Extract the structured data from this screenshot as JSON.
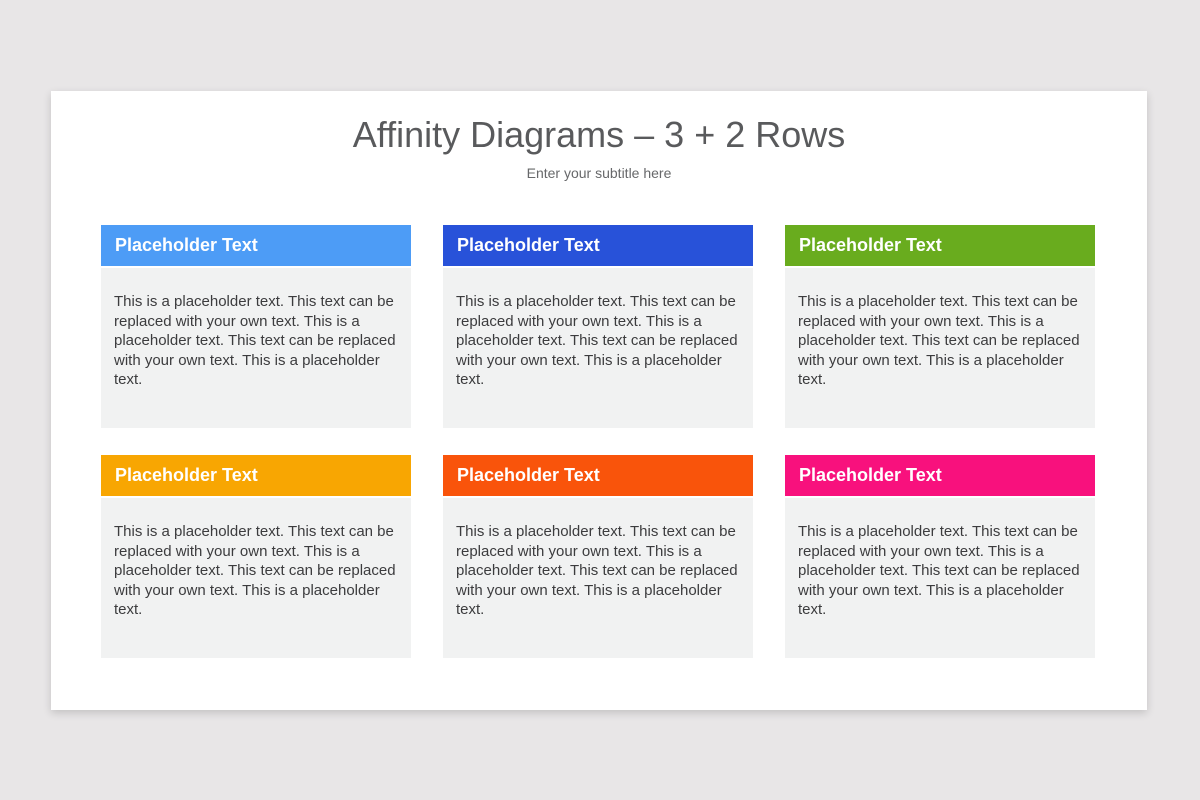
{
  "slide": {
    "title": "Affinity Diagrams – 3 + 2 Rows",
    "subtitle": "Enter your subtitle here"
  },
  "colors": {
    "page_background": "#E8E6E7",
    "slide_background": "#FFFFFF",
    "card_body_background": "#F1F2F2",
    "title_text": "#595A5C",
    "subtitle_text": "#67686A",
    "body_text": "#3C3C3E",
    "header_text": "#FFFFFF"
  },
  "cards": [
    {
      "header": "Placeholder Text",
      "color": "#4D9CF6",
      "body": "This is a placeholder text. This text can be replaced with your own text. This is a placeholder text. This text can be replaced with your own text. This is a placeholder text."
    },
    {
      "header": "Placeholder Text",
      "color": "#2852D9",
      "body": "This is a placeholder text. This text can be replaced with your own text. This is a placeholder text. This text can be replaced with your own text. This is a placeholder text."
    },
    {
      "header": "Placeholder Text",
      "color": "#69AC1E",
      "body": "This is a placeholder text. This text can be replaced with your own text. This is a placeholder text. This text can be replaced with your own text. This is a placeholder text."
    },
    {
      "header": "Placeholder Text",
      "color": "#F8A602",
      "body": "This is a placeholder text. This text can be replaced with your own text. This is a placeholder text. This text can be replaced with your own text. This is a placeholder text."
    },
    {
      "header": "Placeholder Text",
      "color": "#F9540B",
      "body": "This is a placeholder text. This text can be replaced with your own text. This is a placeholder text. This text can be replaced with your own text. This is a placeholder text."
    },
    {
      "header": "Placeholder Text",
      "color": "#F8117D",
      "body": "This is a placeholder text. This text can be replaced with your own text. This is a placeholder text. This text can be replaced with your own text. This is a placeholder text."
    }
  ]
}
